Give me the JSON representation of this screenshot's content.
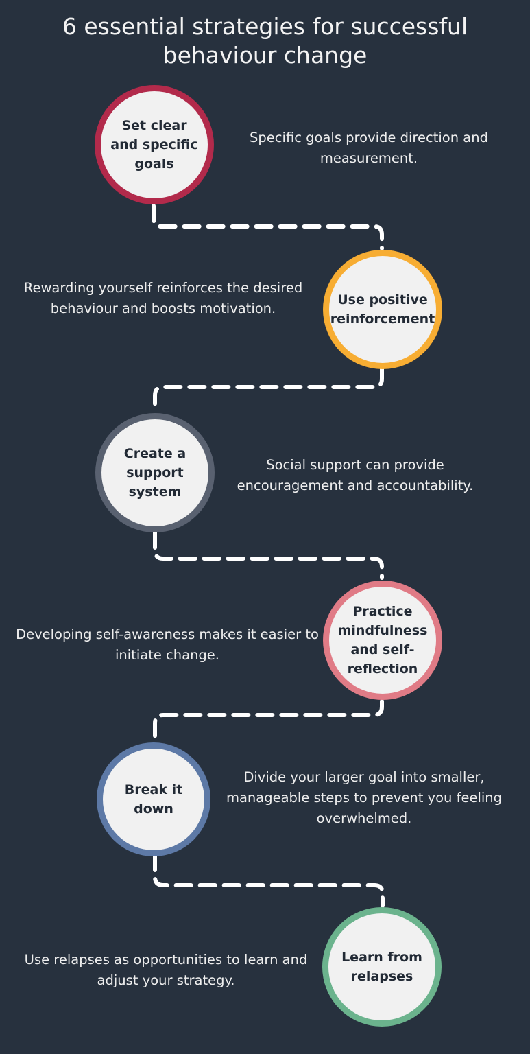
{
  "title": {
    "line1": "6 essential strategies for successful",
    "line2": "behaviour change"
  },
  "steps": [
    {
      "label": "Set clear and specific goals",
      "description": "Specific goals provide direction and measurement.",
      "color": "#b22a4b"
    },
    {
      "label": "Use positive reinforcement",
      "description": "Rewarding yourself reinforces the desired behaviour and boosts motivation.",
      "color": "#f7ad33"
    },
    {
      "label": "Create a support system",
      "description": "Social support can provide encouragement and accountability.",
      "color": "#596170"
    },
    {
      "label": "Practice mindfulness and self-reflection",
      "description": "Developing self-awareness  makes it easier to initiate change.",
      "color": "#e07b86"
    },
    {
      "label": "Break it down",
      "description": "Divide your larger goal into smaller, manageable steps to prevent you feeling overwhelmed.",
      "color": "#5d79a6"
    },
    {
      "label": "Learn from relapses",
      "description": "Use relapses as opportunities to learn and adjust your strategy.",
      "color": "#6bb38d"
    }
  ],
  "colors": {
    "background": "#27313e",
    "circle_fill": "#f1f1f1",
    "connector": "#ffffff"
  }
}
